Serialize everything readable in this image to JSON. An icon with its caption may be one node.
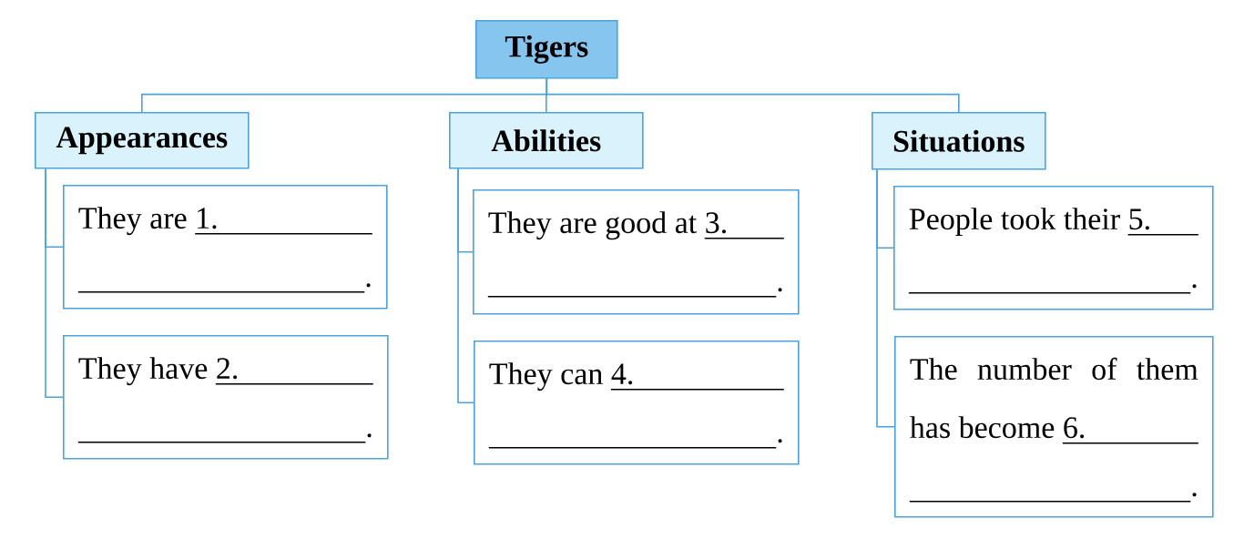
{
  "diagram": {
    "nodes": [
      {
        "text": [
          "Tigers"
        ]
      },
      {
        "text": [
          "Appearances"
        ]
      },
      {
        "text": [
          "They are",
          "1.",
          "."
        ]
      },
      {
        "text": [
          "They have",
          "2.",
          "."
        ]
      },
      {
        "text": [
          "Abilities"
        ]
      },
      {
        "text": [
          "They are good at",
          "3.",
          "."
        ]
      },
      {
        "text": [
          "They can",
          "4.",
          "."
        ]
      },
      {
        "text": [
          "Situations"
        ]
      },
      {
        "text": [
          "People took their",
          "5.",
          "."
        ]
      },
      {
        "text": [
          "The number of them has become",
          "6.",
          "."
        ]
      }
    ],
    "edges": [
      {
        "from": 0,
        "to": 1,
        "arrow": "none"
      },
      {
        "from": 0,
        "to": 4,
        "arrow": "none"
      },
      {
        "from": 0,
        "to": 7,
        "arrow": "none"
      },
      {
        "from": 1,
        "to": 2,
        "arrow": "none"
      },
      {
        "from": 1,
        "to": 3,
        "arrow": "none"
      },
      {
        "from": 4,
        "to": 5,
        "arrow": "none"
      },
      {
        "from": 4,
        "to": 6,
        "arrow": "none"
      },
      {
        "from": 7,
        "to": 8,
        "arrow": "none"
      },
      {
        "from": 7,
        "to": 9,
        "arrow": "none"
      }
    ]
  }
}
